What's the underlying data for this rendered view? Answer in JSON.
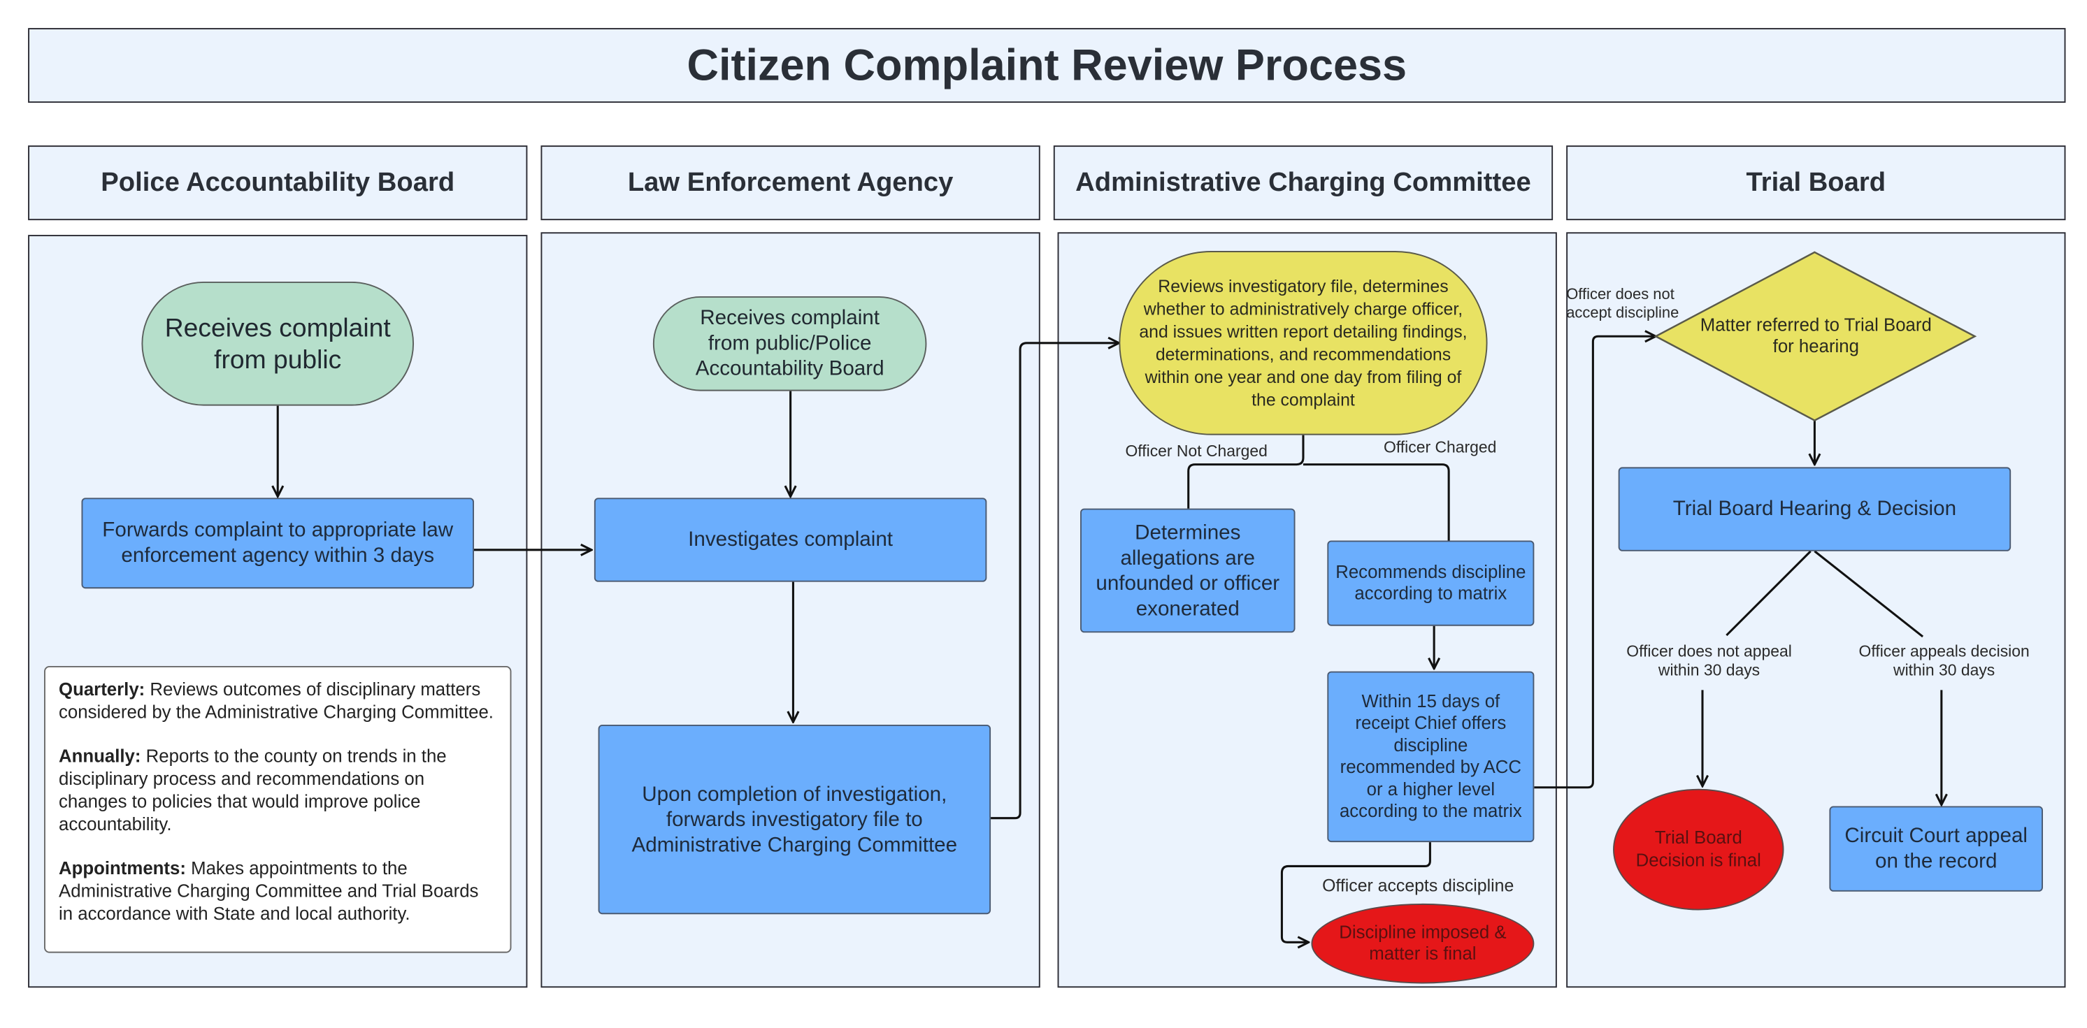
{
  "title": "Citizen Complaint Review Process",
  "lanes": [
    "Police Accountability Board",
    "Law Enforcement Agency",
    "Administrative Charging Committee",
    "Trial Board"
  ],
  "nodes": {
    "pab_receives": "Receives complaint from public",
    "pab_forwards": "Forwards complaint to appropriate law enforcement agency within 3 days",
    "lea_receives": "Receives complaint from public/Police Accountability Board",
    "lea_investigates": "Investigates complaint",
    "lea_forwards_file": "Upon completion of investigation, forwards investigatory file to Administrative Charging Committee",
    "acc_reviews": "Reviews investigatory file, determines whether to administratively charge officer, and issues written report detailing findings, determinations, and recommendations within one year and one day from filing of the complaint",
    "acc_unfounded": "Determines allegations are unfounded or officer exonerated",
    "acc_recommends": "Recommends discipline according to matrix",
    "acc_chief_offers": "Within 15 days of receipt Chief offers discipline recommended by ACC or a higher level according to the matrix",
    "acc_imposed": "Discipline imposed & matter is final",
    "tb_referred": "Matter referred to Trial Board for hearing",
    "tb_hearing": "Trial Board Hearing & Decision",
    "tb_final": "Trial Board Decision is final",
    "tb_circuit": "Circuit Court appeal on the record"
  },
  "edge_labels": {
    "not_charged": "Officer Not Charged",
    "charged": "Officer Charged",
    "accepts": "Officer accepts discipline",
    "not_accept": "Officer does not accept discipline",
    "no_appeal": "Officer does not appeal within 30 days",
    "appeals": "Officer appeals decision within 30 days"
  },
  "notes": [
    {
      "heading": "Quarterly:",
      "text": " Reviews outcomes of disciplinary matters considered by the Administrative Charging Committee."
    },
    {
      "heading": "Annually:",
      "text": " Reports to the county on trends in the disciplinary process and recommendations on changes to policies that would improve police accountability."
    },
    {
      "heading": "Appointments:",
      "text": " Makes appointments to the Administrative Charging Committee and Trial Boards in accordance with State and local authority."
    }
  ],
  "colors": {
    "panel": "#ebf3fd",
    "terminal": "#b6dfcb",
    "process": "#6baefd",
    "decision": "#e8e263",
    "final": "#e51719"
  }
}
